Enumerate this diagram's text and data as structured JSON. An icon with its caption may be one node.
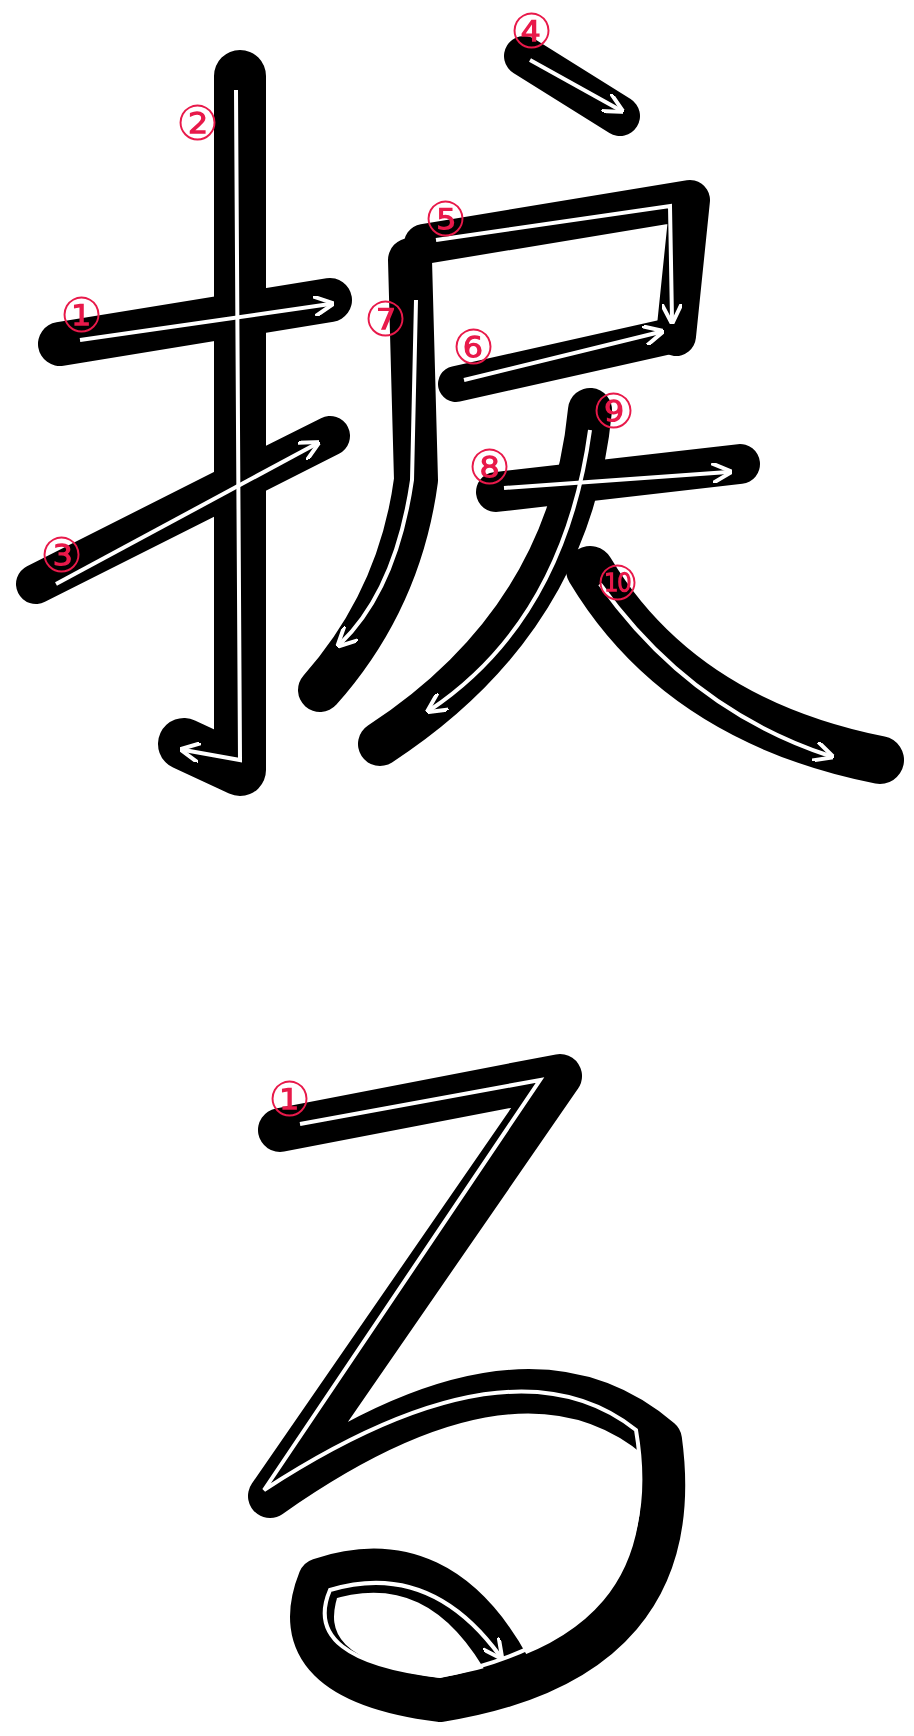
{
  "diagram": {
    "labels": [
      "④",
      "②",
      "⑤",
      "①",
      "⑦",
      "⑥",
      "⑨",
      "⑧",
      "③",
      "⑩",
      "①"
    ]
  }
}
